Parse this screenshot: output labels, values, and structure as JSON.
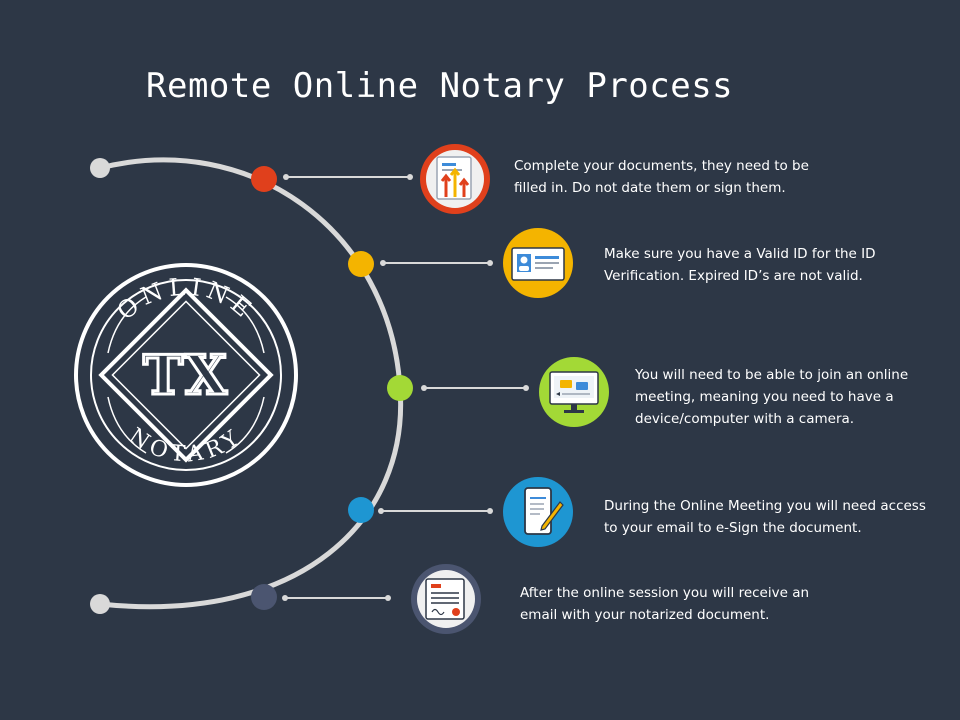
{
  "title": "Remote Online Notary Process",
  "logo": {
    "top_text": "ONLINE",
    "center_text": "TX",
    "bottom_text": "NOTARY"
  },
  "colors": {
    "background": "#2d3746",
    "arc": "#d9d9d9",
    "step1": "#e0401c",
    "step2": "#f4b400",
    "step3": "#a3d936",
    "step4": "#1e96d2",
    "step5": "#4b5570"
  },
  "steps": [
    {
      "icon": "document-growth-icon",
      "lines": [
        "Complete your documents, they need to be",
        "filled in. Do not date them or sign them."
      ]
    },
    {
      "icon": "id-card-icon",
      "lines": [
        "Make sure you have a Valid ID for the ID",
        "Verification. Expired ID’s are not valid."
      ]
    },
    {
      "icon": "video-meeting-monitor-icon",
      "lines": [
        "You will need to be able to join an online",
        "meeting, meaning you need to have a",
        "device/computer with a camera."
      ]
    },
    {
      "icon": "tablet-esign-icon",
      "lines": [
        "During the Online Meeting you will need access",
        "to your email to e-Sign the document."
      ]
    },
    {
      "icon": "notarized-document-icon",
      "lines": [
        "After the online session you will receive an",
        "email with your notarized document."
      ]
    }
  ]
}
